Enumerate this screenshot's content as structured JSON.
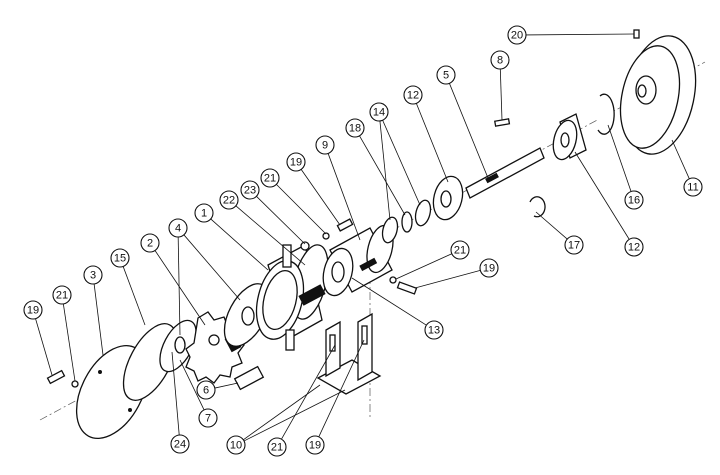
{
  "diagram": {
    "type": "exploded-view assembly drawing",
    "callouts": [
      {
        "label": "20"
      },
      {
        "label": "8"
      },
      {
        "label": "5"
      },
      {
        "label": "12"
      },
      {
        "label": "14"
      },
      {
        "label": "18"
      },
      {
        "label": "9"
      },
      {
        "label": "19"
      },
      {
        "label": "21"
      },
      {
        "label": "23"
      },
      {
        "label": "22"
      },
      {
        "label": "1"
      },
      {
        "label": "4"
      },
      {
        "label": "2"
      },
      {
        "label": "15"
      },
      {
        "label": "3"
      },
      {
        "label": "21"
      },
      {
        "label": "19"
      },
      {
        "label": "11"
      },
      {
        "label": "16"
      },
      {
        "label": "12"
      },
      {
        "label": "17"
      },
      {
        "label": "21"
      },
      {
        "label": "19"
      },
      {
        "label": "13"
      },
      {
        "label": "6"
      },
      {
        "label": "7"
      },
      {
        "label": "24"
      },
      {
        "label": "10"
      },
      {
        "label": "21"
      },
      {
        "label": "19"
      }
    ]
  }
}
